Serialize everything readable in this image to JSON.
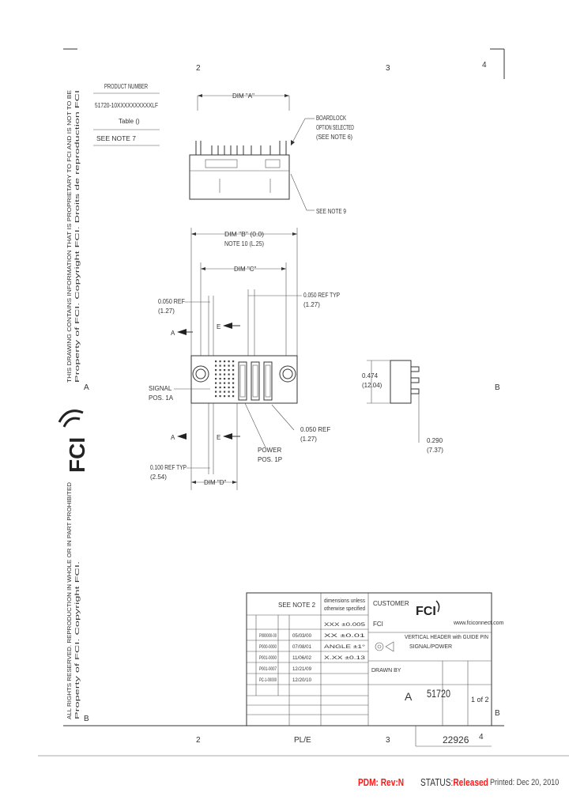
{
  "drawing": {
    "zone_top": [
      "2",
      "3",
      "4"
    ],
    "zone_bottom": [
      "2",
      "3",
      "4"
    ],
    "row_left": "A",
    "row_right": "B",
    "row_bottom_left": "B",
    "row_bottom_right": "B",
    "center_label": "PL/E",
    "side_text_top": "THIS DRAWING CONTAINS INFORMATION THAT IS PROPRIETARY TO FCI AND IS NOT TO BE",
    "side_text_top2": "Property of FCI. Copyright FCI. Droits de reproduction FCI",
    "side_text_bottom": "ALL RIGHTS RESERVED. REPRODUCTION IN WHOLE OR IN PART PROHIBITED",
    "side_text_bottom2": "Property of FCI. Copyright FCI."
  },
  "table": {
    "header": "PRODUCT NUMBER",
    "row1": "51720-10XXXXXXXXXXLF",
    "row2": "Table ()",
    "row3": "SEE NOTE 7"
  },
  "top_view": {
    "dim_a": "DIM \"A\"",
    "note1": "BOARDLOCK",
    "note2": "OPTION SELECTED",
    "note3": "(SEE NOTE 6)",
    "note4": "SEE NOTE 9"
  },
  "front_view": {
    "dim_b1": "DIM \"B\" (0.0)",
    "dim_b2": "NOTE 10 (L.25)",
    "dim_c": "DIM \"C\"",
    "ref_left1": "0.050 REF",
    "ref_left2": "(1.27)",
    "ref_right1": "0.050 REF TYP",
    "ref_right2": "(1.27)",
    "sig_label1": "SIGNAL",
    "sig_label2": "POS. 1A",
    "power_label1": "POWER",
    "power_label2": "POS. 1P",
    "ref_bot_right1": "0.050 REF",
    "ref_bot_right2": "(1.27)",
    "ref_bot_left1": "0.100 REF TYP",
    "ref_bot_left2": "(2.54)",
    "dim_d": "DIM \"D\"",
    "section_a": "A",
    "section_e": "E"
  },
  "side_view": {
    "dim1": "0.474",
    "dim2": "(12.04)",
    "dim3": "0.290",
    "dim4": "(7.37)"
  },
  "title_block": {
    "see_note": "SEE NOTE 2",
    "tolerance1": "dimensions unless",
    "tolerance2": "otherwise specified",
    "customer": "CUSTOMER",
    "fci": "FCI",
    "website": "www.fciconnect.com",
    "desc1": "VERTICAL HEADER with GUIDE PIN",
    "desc2": "SIGNAL/POWER",
    "drawn": "DRAWN BY",
    "part_number": "51720",
    "size": "A",
    "sheet": "1 of 2",
    "drawing_no": "22926",
    "rev_rows": [
      {
        "ltr": "",
        "ecn": "P000000-00",
        "date": "05/03/00"
      },
      {
        "ltr": "",
        "ecn": "P000-0000",
        "date": "07/08/01"
      },
      {
        "ltr": "",
        "ecn": "P001-0000",
        "date": "11/06/02"
      },
      {
        "ltr": "",
        "ecn": "P001-0007",
        "date": "12/21/09"
      },
      {
        "ltr": "",
        "ecn": "PC-1-00000",
        "date": "12/20/10"
      }
    ],
    "tol_rows": [
      "XXX ±0.005",
      "XX ±0.01",
      "ANGLE ±1°",
      "X.XX ±0.13"
    ]
  },
  "footer": {
    "pdm": "PDM: Rev:N",
    "status_label": "STATUS:",
    "status_value": "Released",
    "printed": "Printed: Dec 20, 2010"
  }
}
